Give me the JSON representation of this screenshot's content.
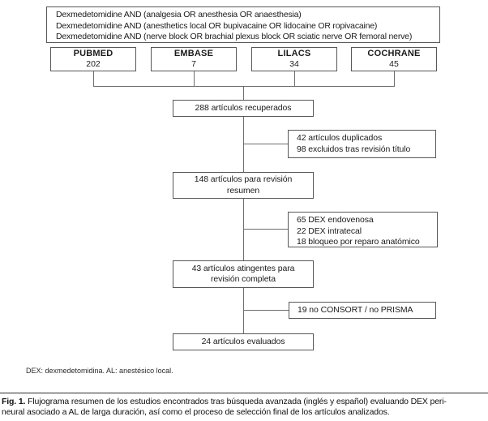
{
  "colors": {
    "bg": "#ffffff",
    "border": "#585858",
    "line": "#6e6e6e",
    "text": "#1b1b1b",
    "rule": "#2e2e2e"
  },
  "search": {
    "lines": [
      "Dexmedetomidine AND (analgesia OR anesthesia OR anaesthesia)",
      "Dexmedetomidine AND (anesthetics local OR bupivacaine OR lidocaine OR ropivacaine)",
      "Dexmedetomidine AND (nerve block OR brachial plexus block OR sciatic nerve OR femoral nerve)"
    ]
  },
  "databases": [
    {
      "name": "PUBMED",
      "count": "202"
    },
    {
      "name": "EMBASE",
      "count": "7"
    },
    {
      "name": "LILACS",
      "count": "34"
    },
    {
      "name": "COCHRANE",
      "count": "45"
    }
  ],
  "flow": {
    "retrieved": "288 artículos recuperados",
    "abstract_review": "148 artículos para revisión resumen",
    "full_review": "43 artículos atingentes para revisión completa",
    "evaluated": "24 artículos evaluados"
  },
  "exclusions": [
    {
      "lines": [
        "42 artículos duplicados",
        "98 excluidos tras revisión título"
      ]
    },
    {
      "lines": [
        "65 DEX endovenosa",
        "22 DEX intratecal",
        "18 bloqueo por reparo anatómico"
      ]
    },
    {
      "lines": [
        "19 no CONSORT / no PRISMA"
      ]
    }
  ],
  "footnote": "DEX: dexmedetomidina. AL: anestésico local.",
  "caption": {
    "label": "Fig. 1.",
    "line1": "Flujograma resumen de los estudios encontrados tras búsqueda avanzada (inglés y español) evaluando DEX peri-",
    "line2": "neural asociado a AL de larga duración, así como el proceso de selección final de los artículos analizados."
  }
}
